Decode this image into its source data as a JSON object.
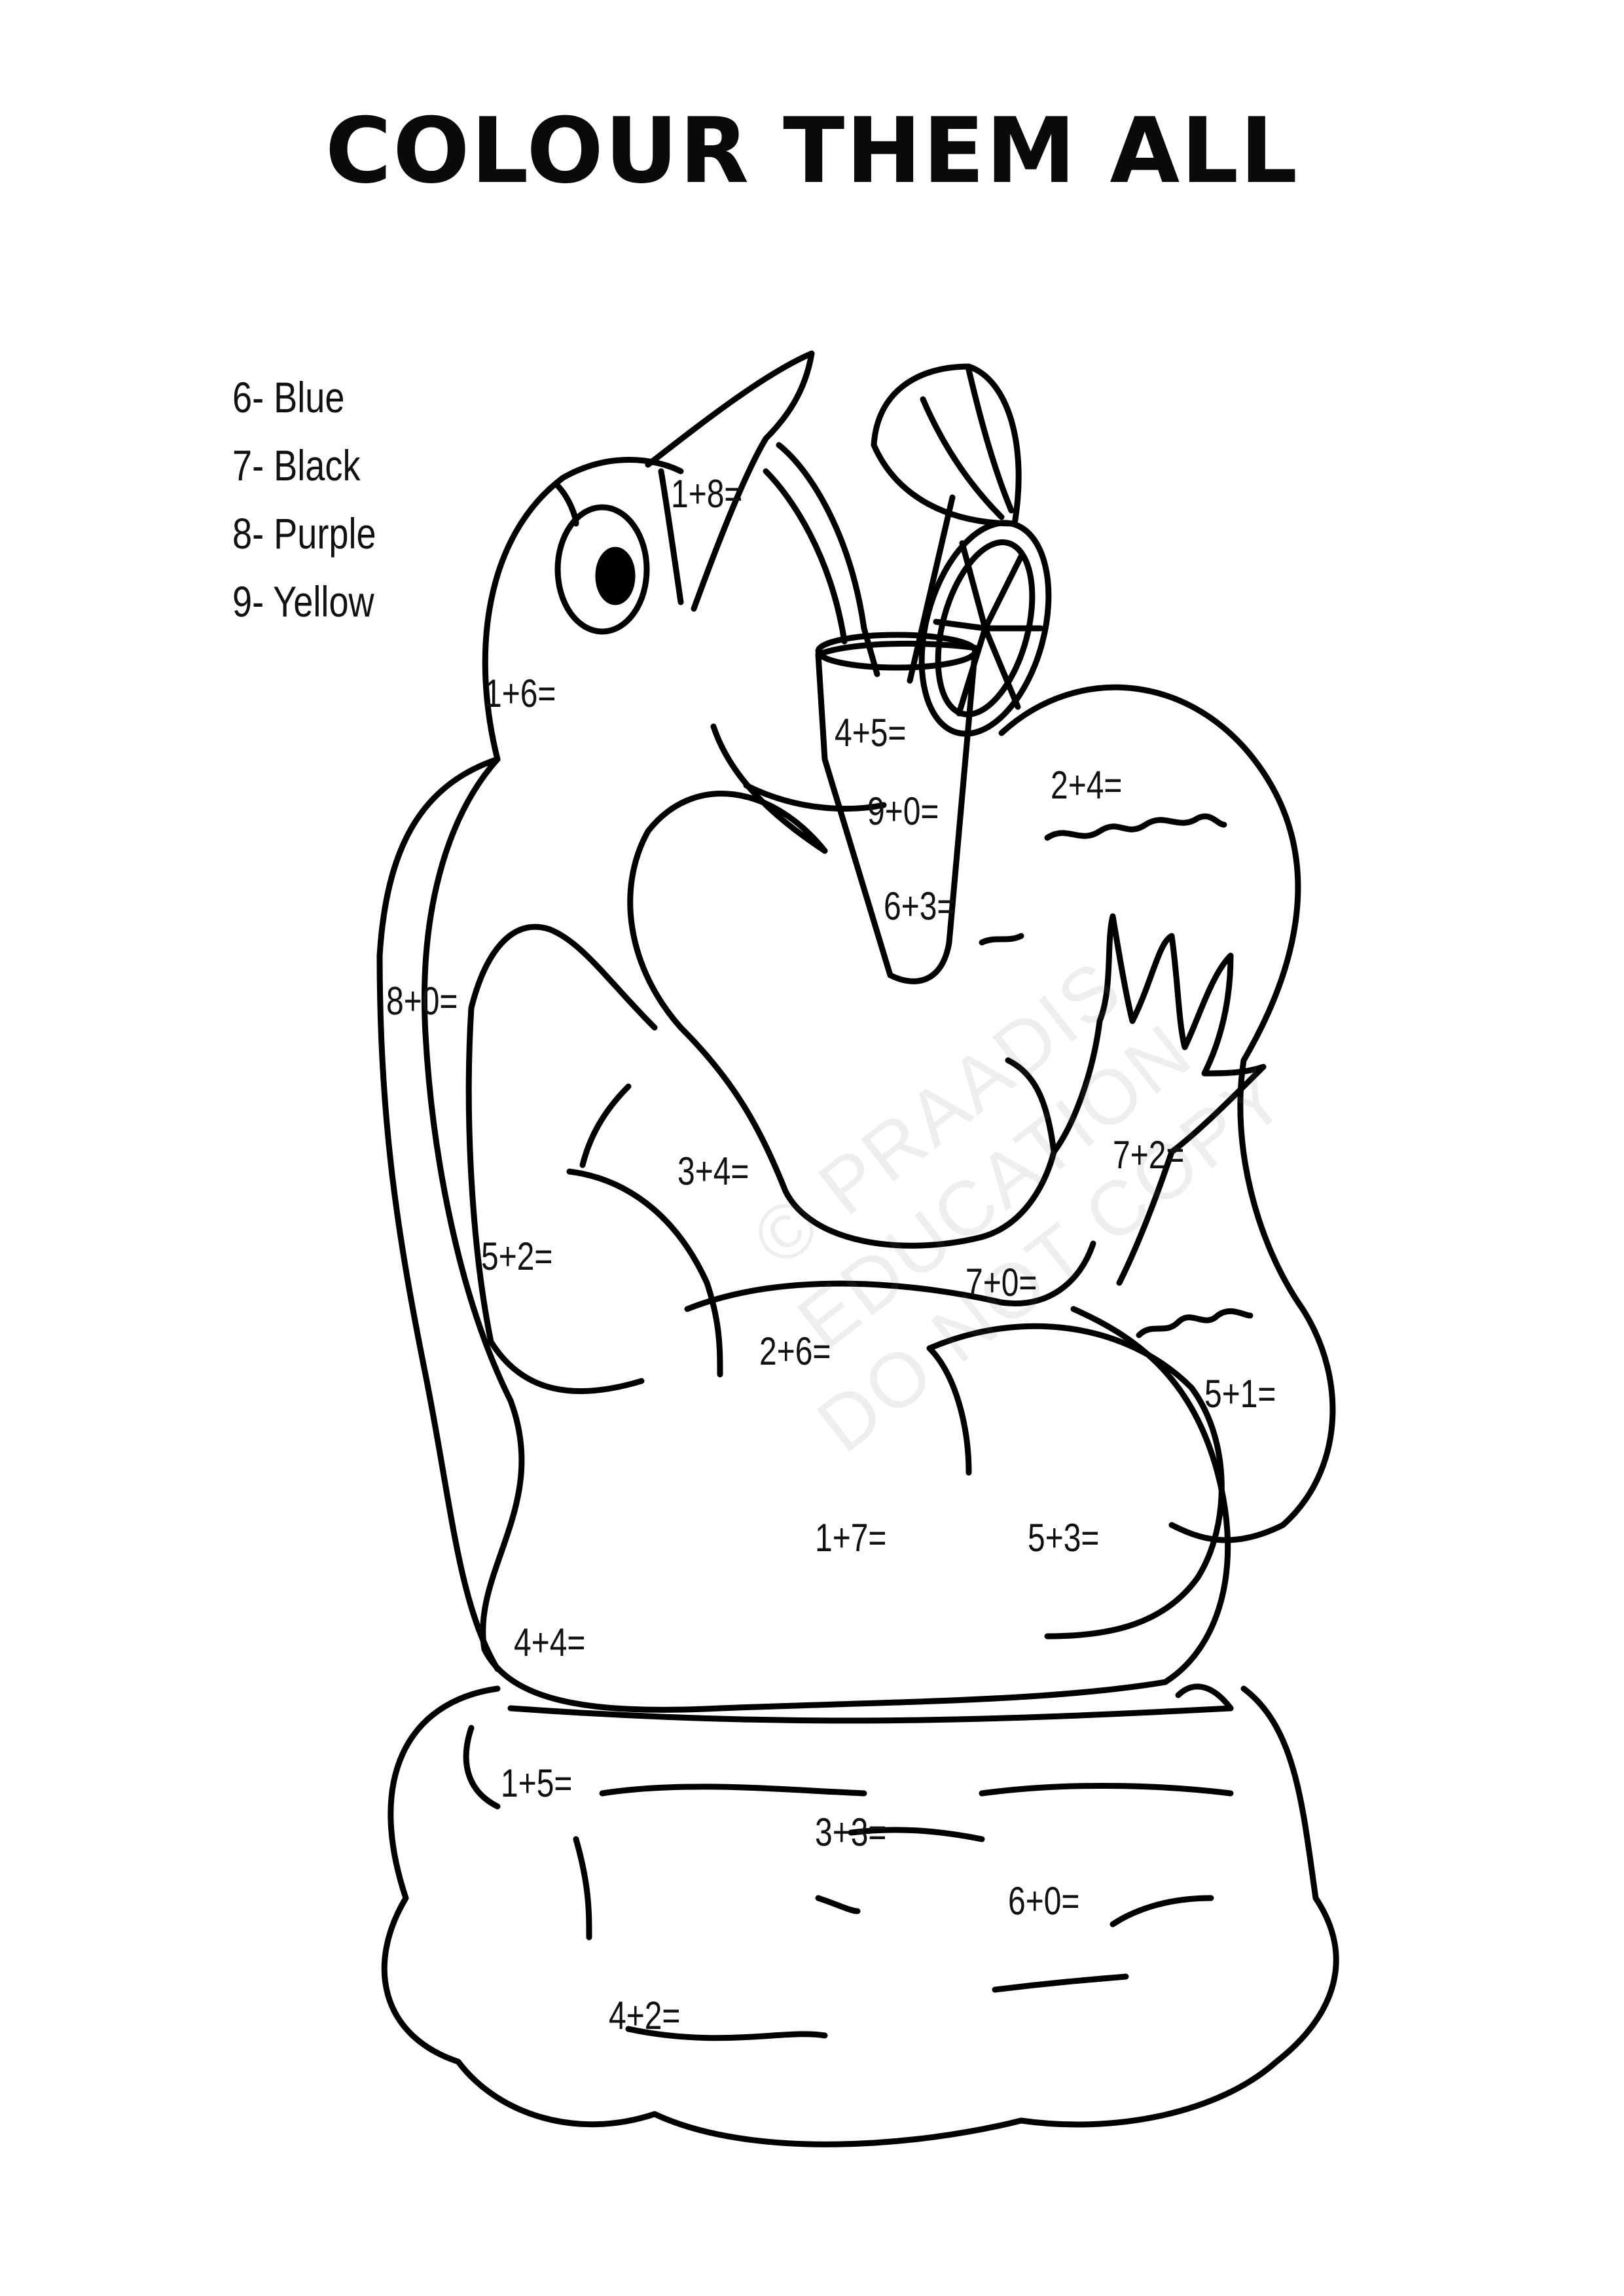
{
  "title": "COLOUR THEM ALL",
  "color_key": [
    {
      "label": "6- Blue",
      "color": "#1e5bd8"
    },
    {
      "label": "7- Black",
      "color": "#000000"
    },
    {
      "label": "8- Purple",
      "color": "#7b2fbf"
    },
    {
      "label": "9- Yellow",
      "color": "#f2d21b"
    }
  ],
  "equations": [
    "1+8=",
    "1+6=",
    "4+5=",
    "9+0=",
    "2+4=",
    "6+3=",
    "8+0=",
    "7+2=",
    "3+4=",
    "5+2=",
    "7+0=",
    "2+6=",
    "5+1=",
    "1+7=",
    "5+3=",
    "4+4=",
    "1+5=",
    "3+3=",
    "6+0=",
    "4+2="
  ],
  "watermark": [
    "© PRAADIS",
    "EDUCATION",
    "DO NOT COPY"
  ]
}
